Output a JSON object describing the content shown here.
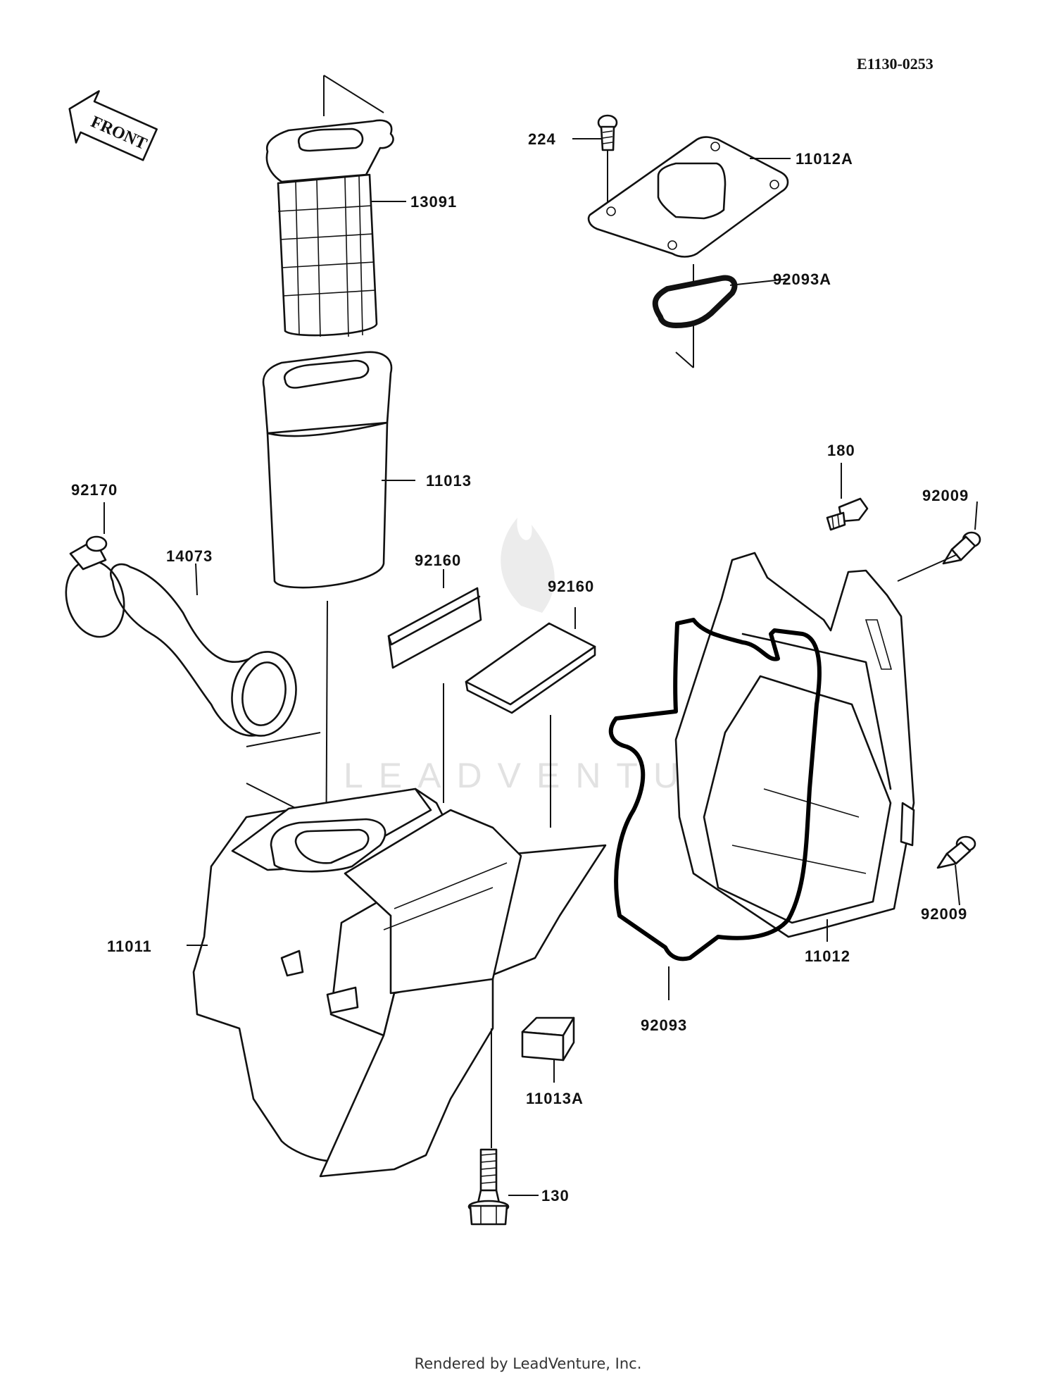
{
  "diagram_code": "E1130-0253",
  "front_label": "FRONT",
  "watermark": "LEADVENTURE",
  "footer": "Rendered by LeadVenture, Inc.",
  "colors": {
    "ink": "#111111",
    "background": "#ffffff",
    "watermark": "#e2e2e2"
  },
  "callouts": {
    "c224": "224",
    "c11012A": "11012A",
    "c13091": "13091",
    "c92093A": "92093A",
    "c180": "180",
    "c11013": "11013",
    "c92170": "92170",
    "c92009a": "92009",
    "c14073": "14073",
    "c92160a": "92160",
    "c92160b": "92160",
    "c11011": "11011",
    "c92009b": "92009",
    "c11012": "11012",
    "c92093": "92093",
    "c11013A": "11013A",
    "c130": "130"
  }
}
